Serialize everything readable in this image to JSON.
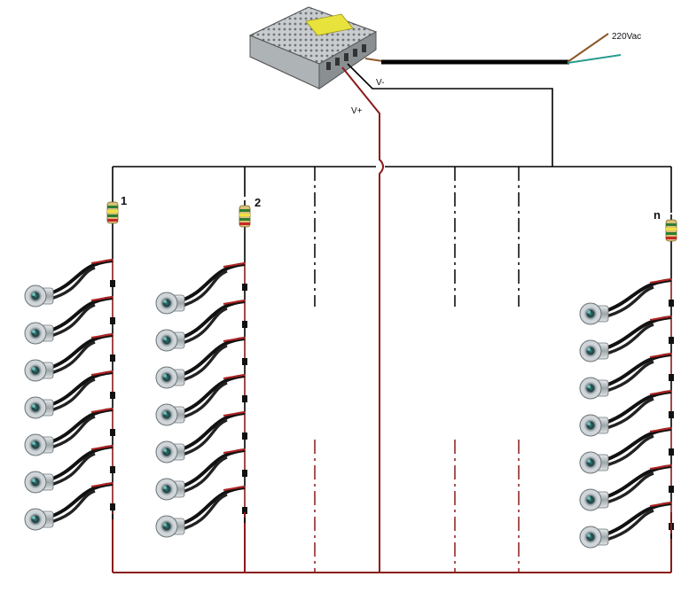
{
  "labels": {
    "ac_input": "220Vac",
    "v_minus": "V-",
    "v_plus": "V+",
    "string_1": "1",
    "string_2": "2",
    "string_n": "n"
  },
  "colors": {
    "negative_wire": "#000000",
    "positive_wire": "#8b1a1a",
    "ac_brown": "#8b5a2b",
    "ac_teal": "#2a9d8f",
    "led_body": "#b8c0c4",
    "psu_body": "#c9ccce",
    "psu_label": "#e8e23c"
  },
  "icons": {
    "power_supply": "power-supply-icon",
    "resistor": "resistor-icon",
    "led": "led-icon"
  },
  "leds_per_string": 7
}
